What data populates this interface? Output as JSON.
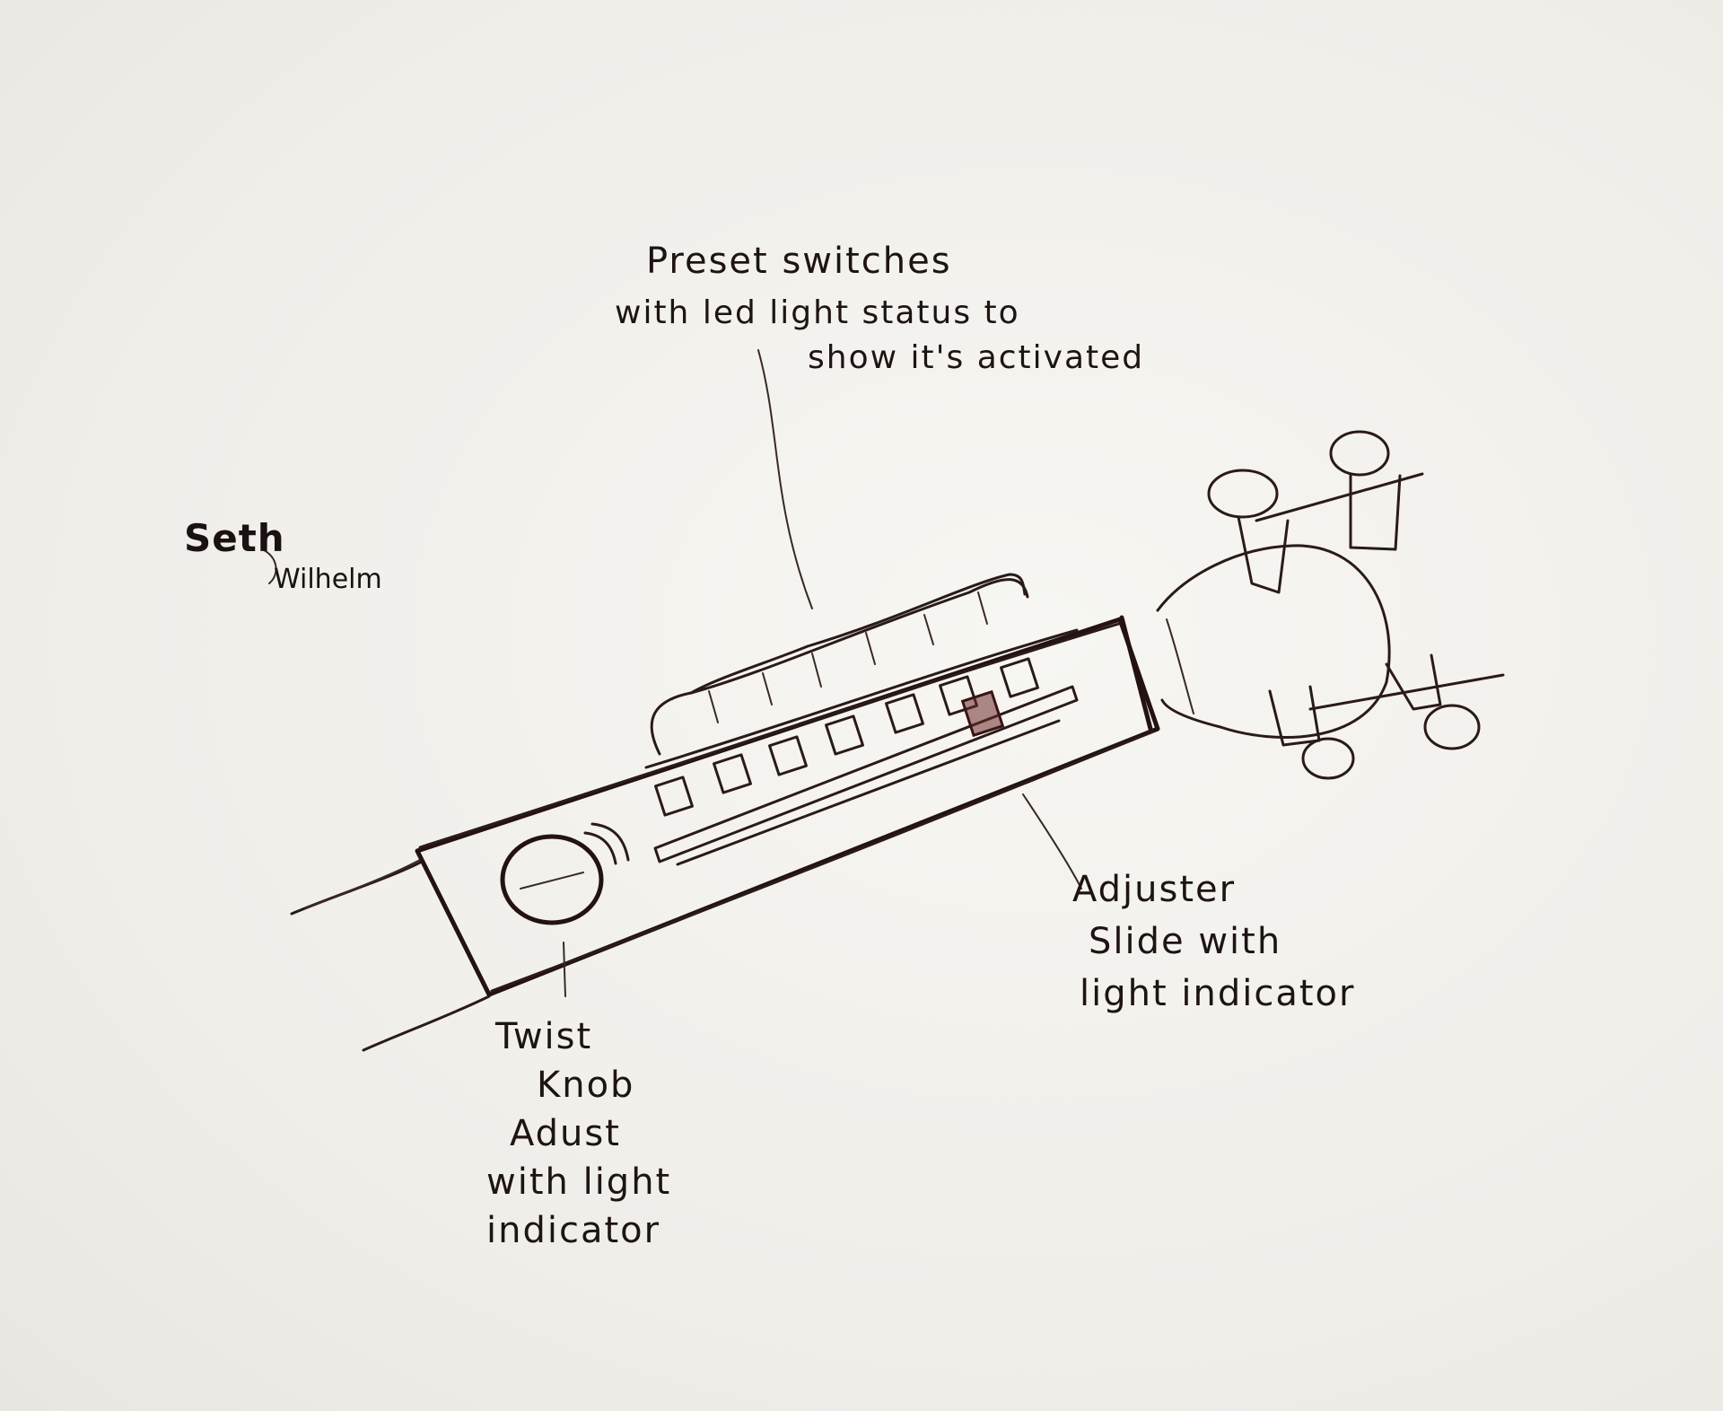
{
  "annotations": {
    "preset_switches": {
      "line1": "Preset switches",
      "line2": "with led light status to",
      "line3": "show it's activated"
    },
    "adjuster_slide": {
      "line1": "Adjuster",
      "line2": "Slide with",
      "line3": "light indicator"
    },
    "twist_knob": {
      "line1": "Twist",
      "line2": "Knob",
      "line3": "Adust",
      "line4": "with light",
      "line5": "indicator"
    }
  },
  "signature": {
    "first": "Seth",
    "last": "Wilhelm"
  },
  "colors": {
    "paper": "#f1efea",
    "ink": "#2a1a1a",
    "slider_marker": "#6b2a2a"
  }
}
